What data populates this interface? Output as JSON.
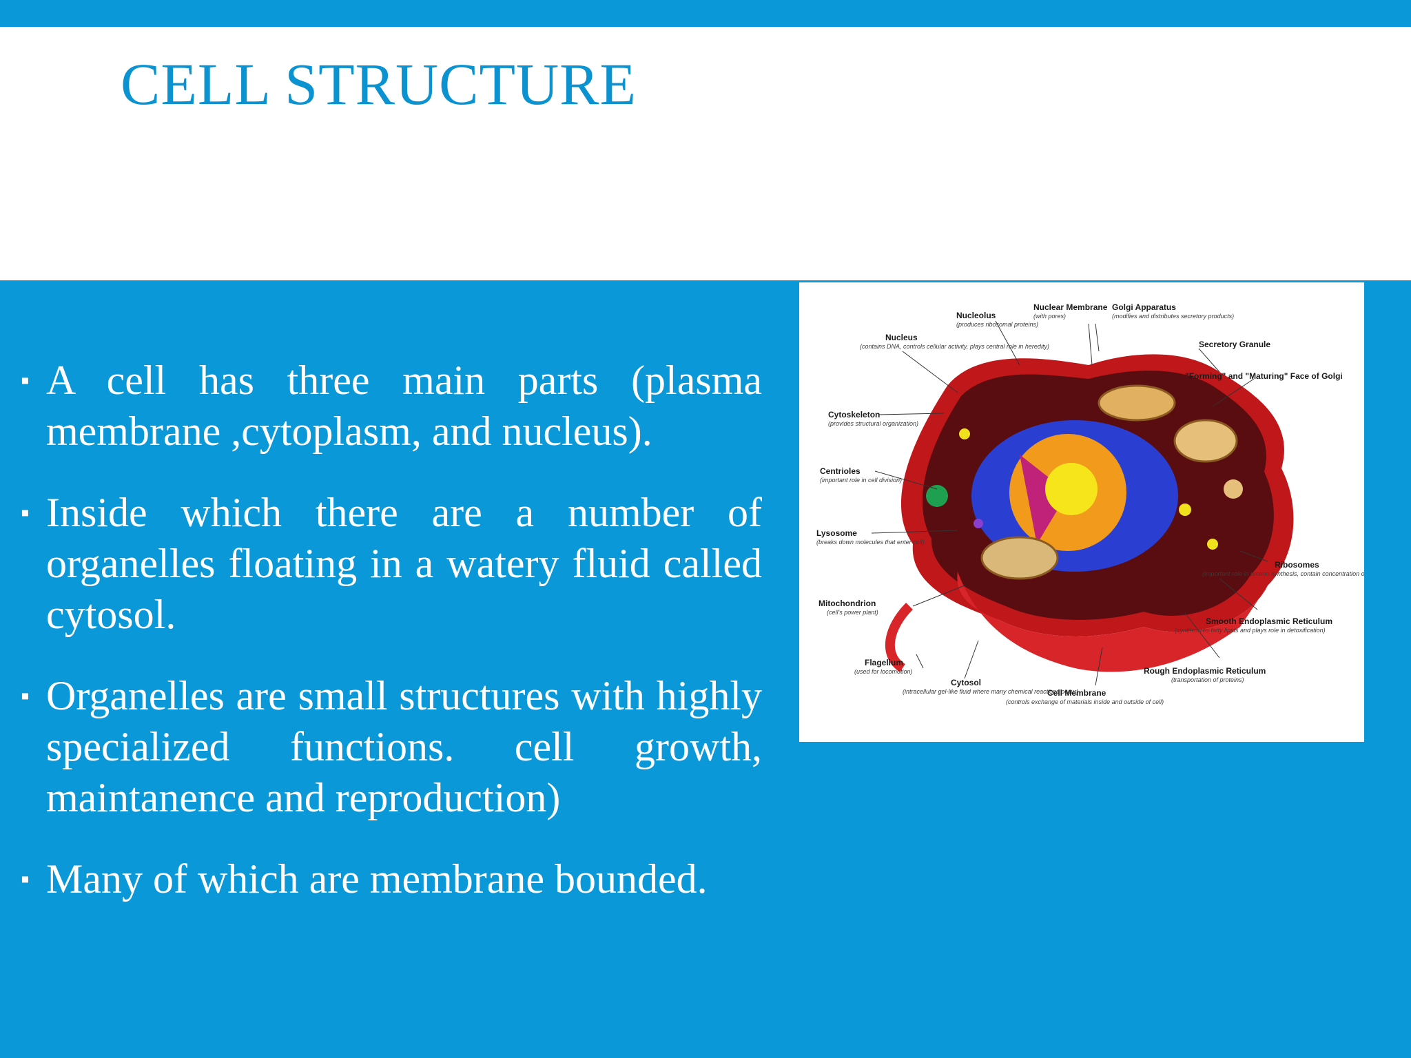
{
  "slide": {
    "title": "CELL STRUCTURE",
    "bullets": [
      "A cell has three main parts (plasma membrane ,cytoplasm, and nucleus).",
      "Inside which there are a number of organelles floating in a watery fluid called cytosol.",
      "Organelles are small structures with highly specialized functions. cell growth, maintanence and reproduction)",
      "Many of which are membrane bounded."
    ],
    "bullet_marker": "▪"
  },
  "diagram": {
    "labels": {
      "nucleolus": "Nucleolus",
      "nucleolus_note": "(produces ribosomal proteins)",
      "nuclear_membrane": "Nuclear Membrane",
      "nuclear_membrane_note": "(with pores)",
      "golgi": "Golgi Apparatus",
      "golgi_note": "(modifies and distributes secretory products)",
      "nucleus": "Nucleus",
      "nucleus_note": "(contains DNA, controls cellular activity, plays central role in heredity)",
      "secretory_granule": "Secretory Granule",
      "forming_face": "\"Forming\" and \"Maturing\" Face of Golgi",
      "cytoskeleton": "Cytoskeleton",
      "cytoskeleton_note": "(provides structural organization)",
      "centrioles": "Centrioles",
      "centrioles_note": "(important role in cell division)",
      "lysosome": "Lysosome",
      "lysosome_note": "(breaks down molecules that enter cell)",
      "ribosomes": "Ribosomes",
      "ribosomes_note": "(important role in protein synthesis, contain concentration of RNA)",
      "mitochondrion": "Mitochondrion",
      "mitochondrion_note": "(cell's power plant)",
      "smooth_er": "Smooth Endoplasmic Reticulum",
      "smooth_er_note": "(synthesizes fatty lipids and plays role in detoxification)",
      "flagellum": "Flagellum",
      "flagellum_note": "(used for locomotion)",
      "rough_er": "Rough Endoplasmic Reticulum",
      "rough_er_note": "(transportation of proteins)",
      "cytosol": "Cytosol",
      "cytosol_note": "(intracellular gel-like fluid where many chemical reactions occur)",
      "cell_membrane": "Cell Membrane",
      "cell_membrane_note": "(controls exchange of materials inside and outside of cell)"
    }
  }
}
